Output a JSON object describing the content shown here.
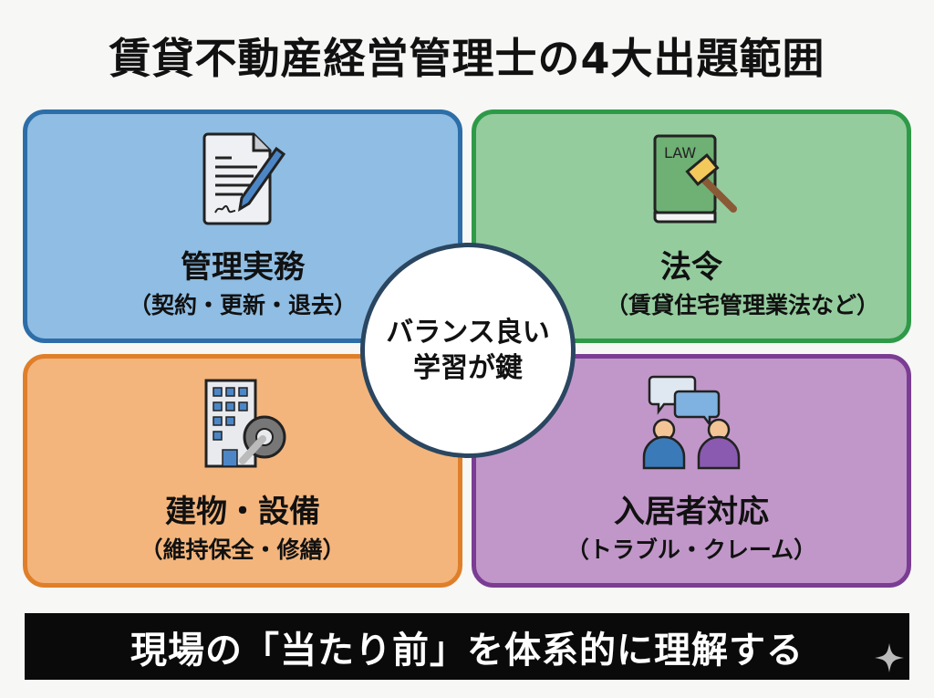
{
  "title": "賃貸不動産経営管理士の4大出題範囲",
  "panels": [
    {
      "title": "管理実務",
      "subtitle": "（契約・更新・退去）",
      "icon": "contract-pen-icon",
      "color": "#2d6ea8"
    },
    {
      "title": "法令",
      "subtitle": "（賃貸住宅管理業法など）",
      "icon": "law-book-gavel-icon",
      "icon_text": "LAW",
      "color": "#2e9a48"
    },
    {
      "title": "建物・設備",
      "subtitle": "（維持保全・修繕）",
      "icon": "building-wrench-icon",
      "color": "#e07f2a"
    },
    {
      "title": "入居者対応",
      "subtitle": "（トラブル・クレーム）",
      "icon": "residents-chat-icon",
      "color": "#7a3d93"
    }
  ],
  "center": {
    "line1": "バランス良い",
    "line2": "学習が鍵"
  },
  "banner": {
    "text": "現場の「当たり前」を体系的に理解する",
    "icon": "sparkle-icon"
  }
}
